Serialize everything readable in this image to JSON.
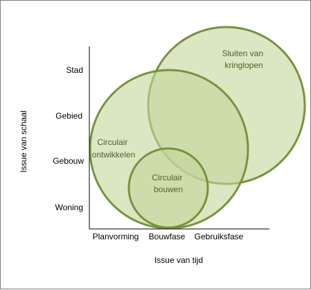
{
  "diagram": {
    "y_axis": {
      "title": "Issue van schaal",
      "ticks": [
        "Stad",
        "Gebied",
        "Gebouw",
        "Woning"
      ]
    },
    "x_axis": {
      "title": "Issue van tijd",
      "ticks": [
        "Planvorming",
        "Bouwfase",
        "Gebruiksfase"
      ]
    },
    "circles": [
      {
        "name": "Circulair ontwikkelen",
        "label_lines": [
          "Circulair",
          "ontwikkelen"
        ]
      },
      {
        "name": "Sluiten van kringlopen",
        "label_lines": [
          "Sluiten van",
          "kringlopen"
        ]
      },
      {
        "name": "Circulair bouwen",
        "label_lines": [
          "Circulair",
          "bouwen"
        ]
      }
    ],
    "colors": {
      "circle_fill": "#c3d69b",
      "circle_stroke": "#77933c",
      "circle_label": "#4f6228",
      "axis": "#000000"
    }
  }
}
